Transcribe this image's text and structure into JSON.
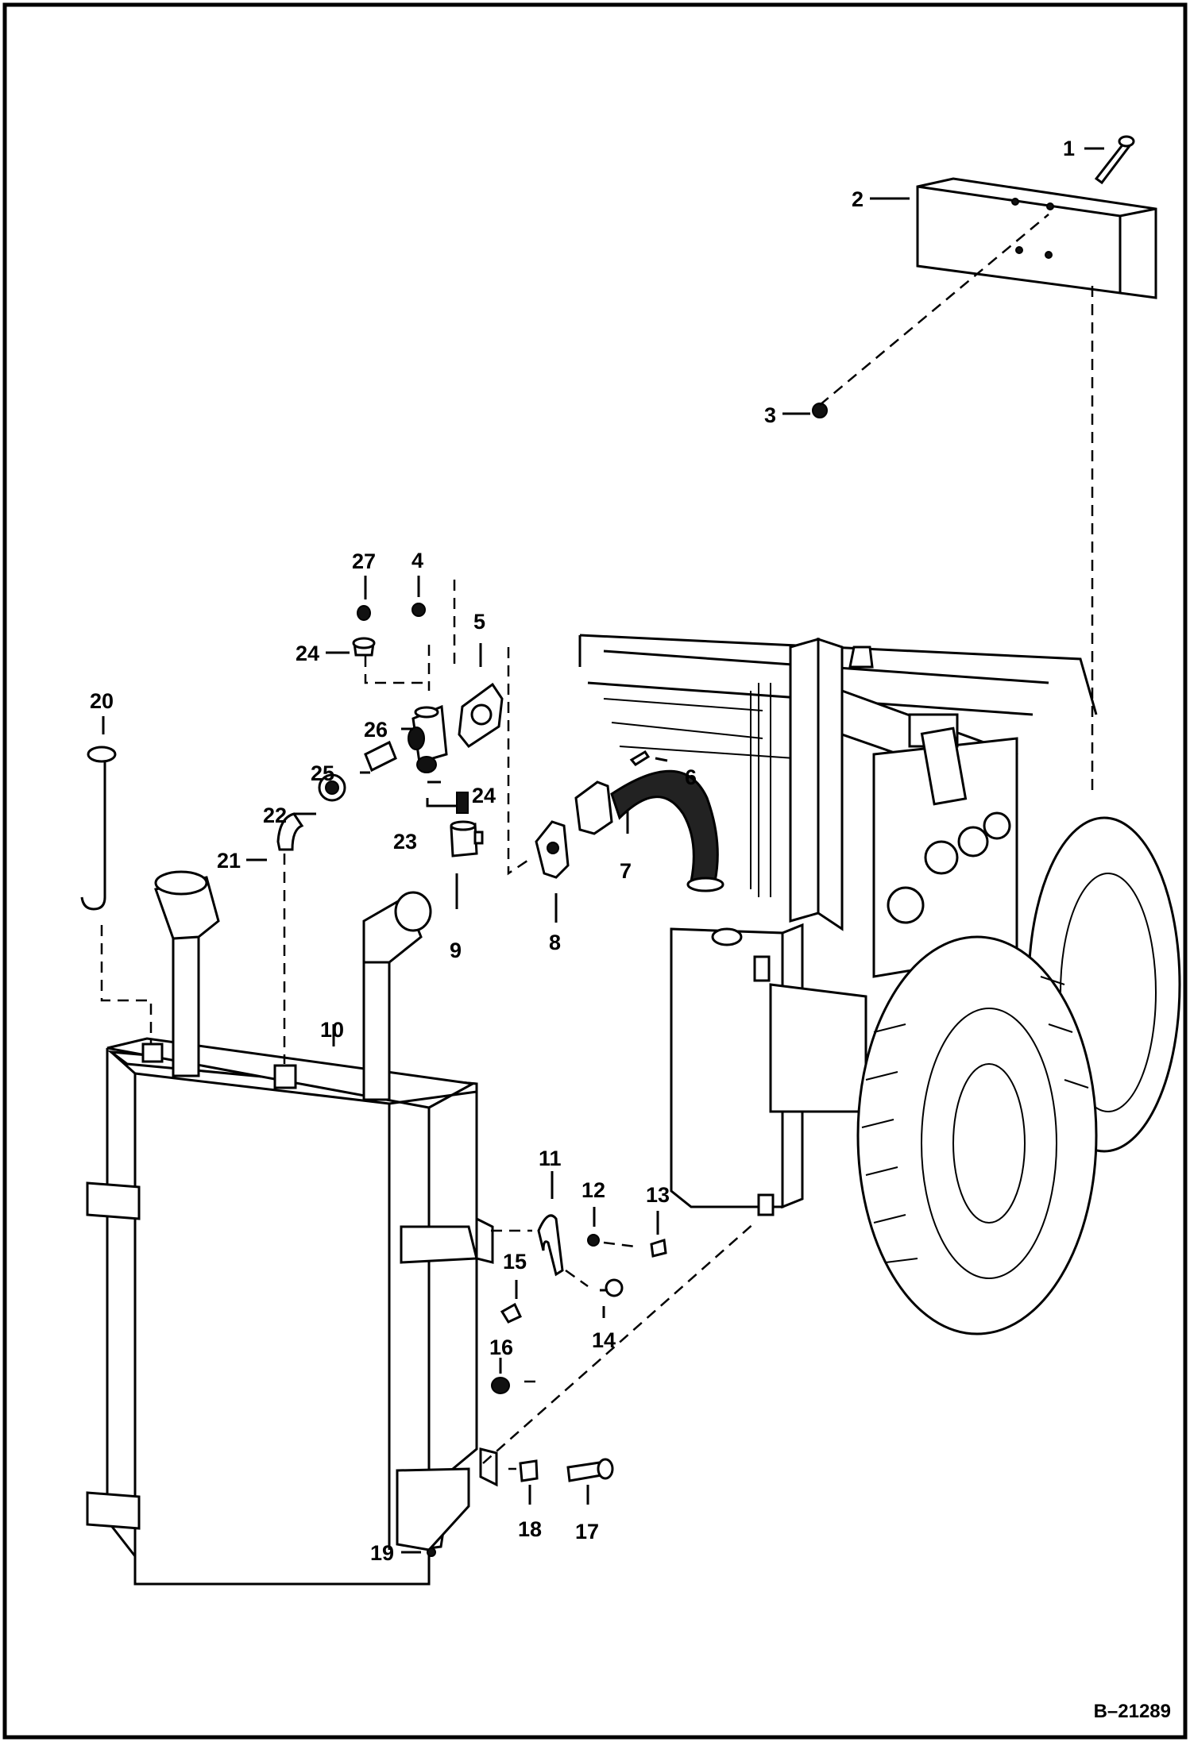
{
  "diagram": {
    "reference": "B–21289",
    "callouts": [
      {
        "id": "c1",
        "text": "1"
      },
      {
        "id": "c2",
        "text": "2"
      },
      {
        "id": "c3",
        "text": "3"
      },
      {
        "id": "c4",
        "text": "4"
      },
      {
        "id": "c5",
        "text": "5"
      },
      {
        "id": "c6",
        "text": "6"
      },
      {
        "id": "c7",
        "text": "7"
      },
      {
        "id": "c8",
        "text": "8"
      },
      {
        "id": "c9",
        "text": "9"
      },
      {
        "id": "c10",
        "text": "10"
      },
      {
        "id": "c11",
        "text": "11"
      },
      {
        "id": "c12",
        "text": "12"
      },
      {
        "id": "c13",
        "text": "13"
      },
      {
        "id": "c14",
        "text": "14"
      },
      {
        "id": "c15",
        "text": "15"
      },
      {
        "id": "c16",
        "text": "16"
      },
      {
        "id": "c17",
        "text": "17"
      },
      {
        "id": "c18",
        "text": "18"
      },
      {
        "id": "c19",
        "text": "19"
      },
      {
        "id": "c20",
        "text": "20"
      },
      {
        "id": "c21",
        "text": "21"
      },
      {
        "id": "c22",
        "text": "22"
      },
      {
        "id": "c23",
        "text": "23"
      },
      {
        "id": "c24a",
        "text": "24"
      },
      {
        "id": "c24b",
        "text": "24"
      },
      {
        "id": "c25",
        "text": "25"
      },
      {
        "id": "c26",
        "text": "26"
      },
      {
        "id": "c27",
        "text": "27"
      }
    ]
  }
}
